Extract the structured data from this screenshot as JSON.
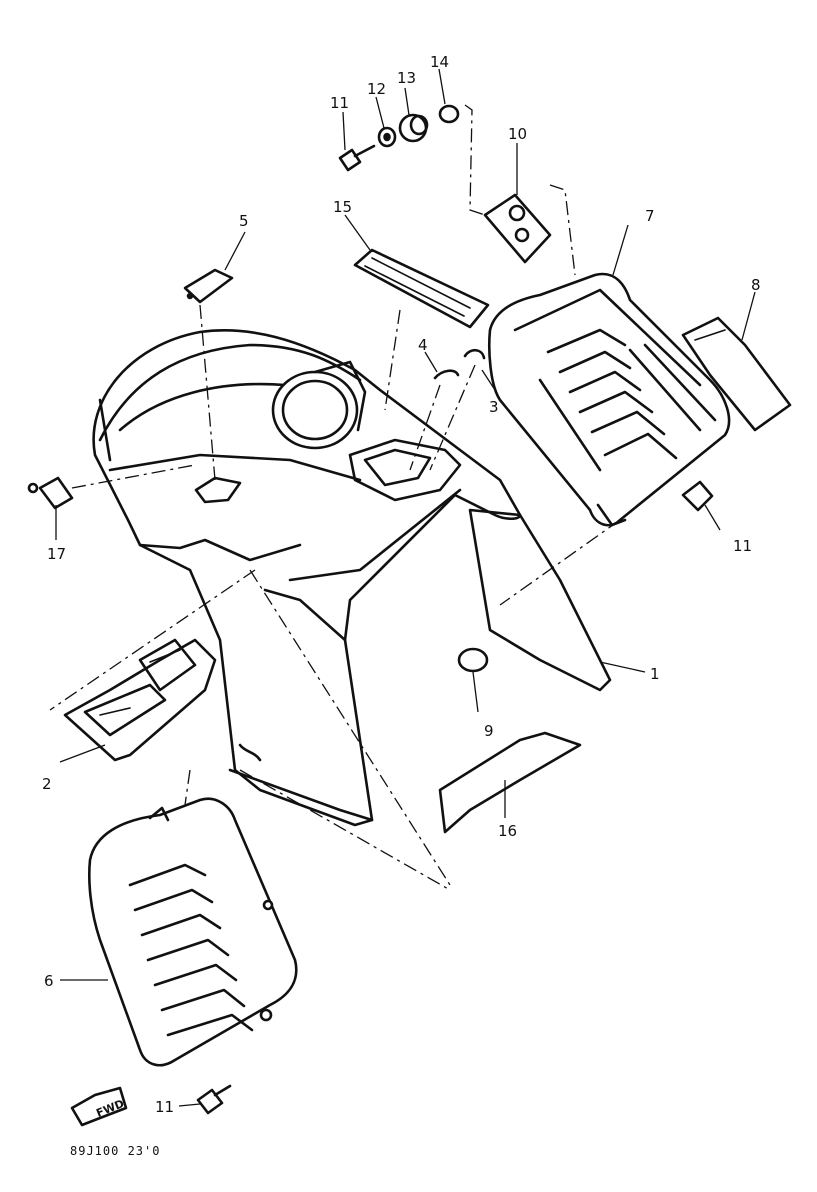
{
  "callouts": [
    "1",
    "2",
    "3",
    "4",
    "5",
    "6",
    "7",
    "8",
    "9",
    "10",
    "11",
    "12",
    "13",
    "14",
    "15",
    "16",
    "17"
  ],
  "callout_11_extra": [
    "11",
    "11"
  ],
  "direction_badge": "FWD",
  "drawing_code": "89J100 23'0"
}
